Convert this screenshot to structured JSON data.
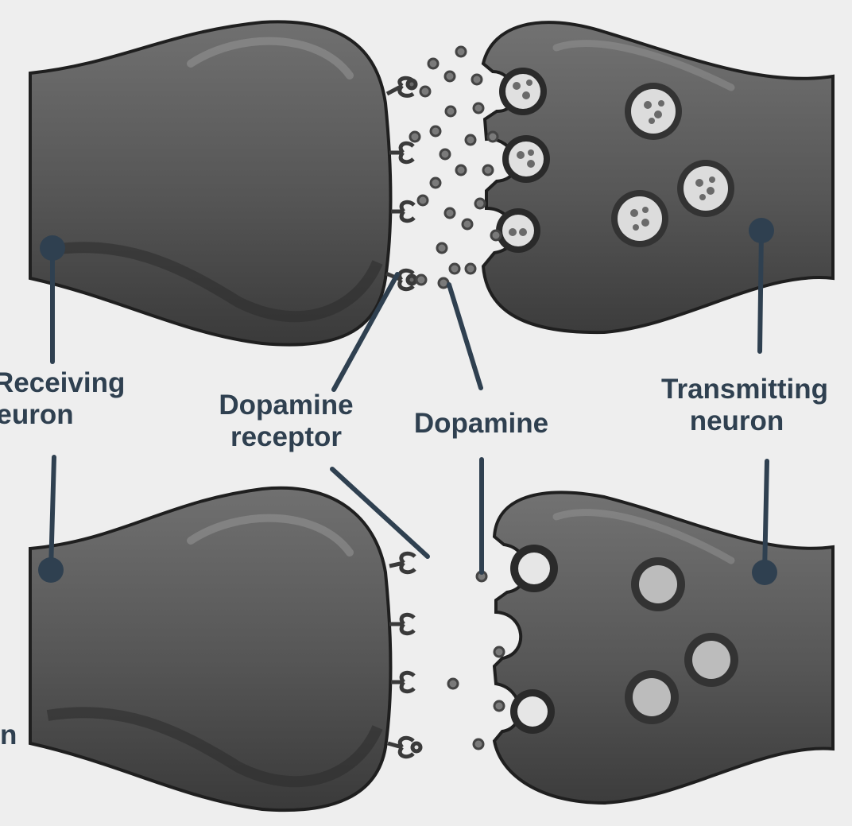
{
  "labels": {
    "receiving": [
      "Receiving",
      "neuron"
    ],
    "receptor": [
      "Dopamine",
      "receptor"
    ],
    "dopamine": "Dopamine",
    "transmitting": [
      "Transmitting",
      "neuron"
    ],
    "partial_letter": "n"
  },
  "colors": {
    "background": "#eeeeee",
    "neuron_body": "#585858",
    "neuron_dark": "#2e2e2e",
    "vesicle_fill": "#e2e2e2",
    "dopamine_dot": "#7a7a7a",
    "pointer_line": "#2f4050"
  },
  "panels": [
    {
      "name": "top",
      "state": "dopamine released, many dopamine molecules in synapse"
    },
    {
      "name": "bottom",
      "state": "few dopamine molecules in synapse, empty vesicles"
    }
  ]
}
